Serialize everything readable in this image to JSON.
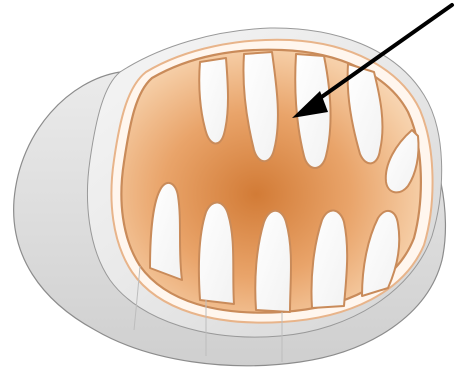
{
  "diagram": {
    "subject": "mitochondrion",
    "parts": [
      {
        "part": "outer-membrane"
      },
      {
        "part": "intermembrane-space"
      },
      {
        "part": "inner-membrane"
      },
      {
        "part": "cristae"
      },
      {
        "part": "matrix"
      }
    ],
    "pointer": {
      "target": "inner-membrane",
      "color": "#000000"
    },
    "colors": {
      "outer_shell": "#e9e9e9",
      "shell_edge": "#8c8c8c",
      "membrane": "#e8b48a",
      "matrix_light": "#fbe3cc",
      "matrix_mid": "#eeaa74",
      "matrix_dark": "#d4803f",
      "background": "#ffffff"
    }
  }
}
